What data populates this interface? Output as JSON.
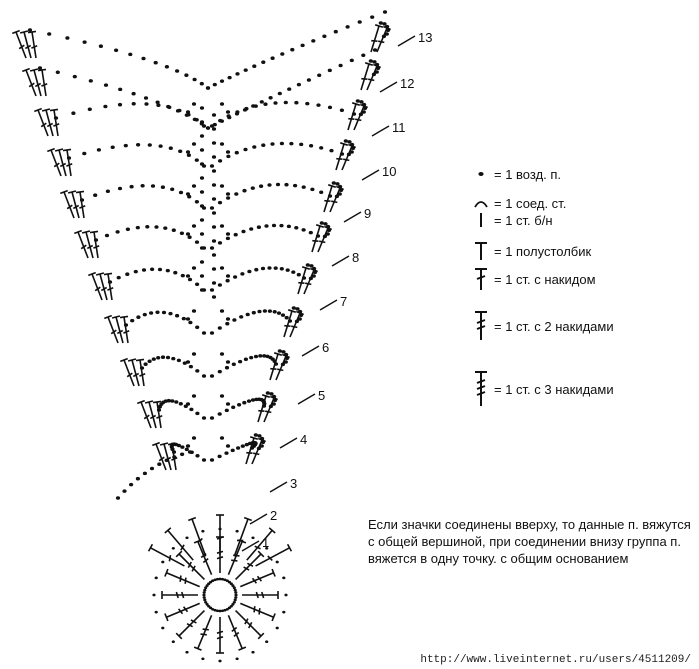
{
  "diagram": {
    "row_numbers": [
      "1",
      "2",
      "3",
      "4",
      "5",
      "6",
      "7",
      "8",
      "9",
      "10",
      "11",
      "12",
      "13"
    ]
  },
  "legend": [
    {
      "symbol": "chain-icon",
      "label": "= 1 возд. п."
    },
    {
      "symbol": "slip-stitch-icon",
      "label": "= 1 соед. ст."
    },
    {
      "symbol": "single-crochet-icon",
      "label": "= 1 ст. б/н"
    },
    {
      "symbol": "half-double-icon",
      "label": "= 1 полустолбик"
    },
    {
      "symbol": "double-crochet-icon",
      "label": "= 1 ст. с накидом"
    },
    {
      "symbol": "treble-crochet-icon",
      "label": "= 1 ст. с 2 накидами"
    },
    {
      "symbol": "double-treble-icon",
      "label": "= 1 ст. с 3 накидами"
    }
  ],
  "note": "Если значки соединены вверху, то данные п. вяжутся с общей вершиной, при соединении внизу группа п. вяжется в одну точку. с общим основанием",
  "watermark": "http://www.liveinternet.ru/users/4511209/"
}
